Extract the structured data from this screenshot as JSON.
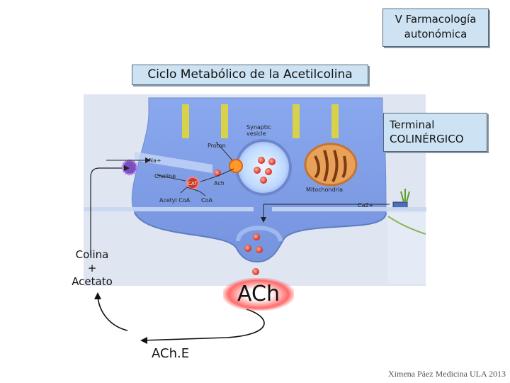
{
  "header": {
    "topic_line1": "V Farmacología",
    "topic_line2": "autonómica",
    "title": "Ciclo Metabólico de la Acetilcolina",
    "terminal_line1": "Terminal",
    "terminal_line2": "COLINÉRGICO"
  },
  "diagram_labels": {
    "synaptic_vesicle_1": "Synaptic",
    "synaptic_vesicle_2": "vesicle",
    "proton": "Proton",
    "na": "Na+",
    "choline": "Choline",
    "cat": "CAT",
    "ach_small": "Ach",
    "acetyl_coa": "Acetyl CoA",
    "coa": "CoA",
    "mitochondria": "Mitochondria",
    "ca": "Ca2+"
  },
  "labels": {
    "colina_1": "Colina",
    "colina_2": "+",
    "colina_3": "Acetato",
    "ach": "ACh",
    "ache": "ACh.E"
  },
  "footer": "Ximena Páez Medicina ULA 2013",
  "colors": {
    "terminal_fill": "#7f9fe6",
    "background_panel": "#dfe6f2",
    "vesicle_dot": "#e23a2a",
    "box_fill": "#cde3f3"
  }
}
